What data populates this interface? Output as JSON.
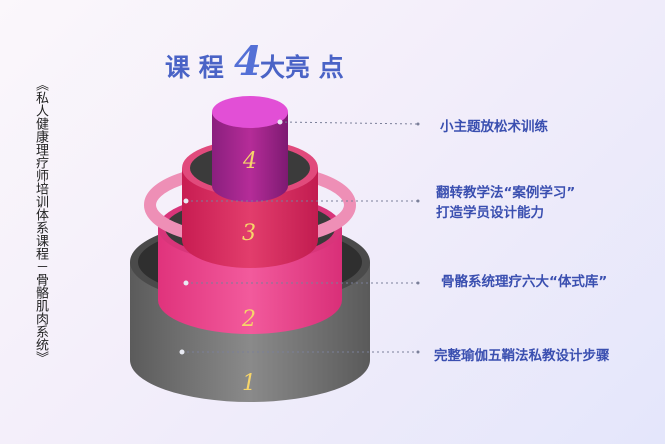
{
  "title": {
    "prefix": "课 程",
    "number": "4",
    "suffix": "大亮 点"
  },
  "side_text": "《私人健康理疗师培训体系课程－骨骼肌肉系统》",
  "tiers": [
    {
      "number": "1",
      "label": "完整瑜伽五鞘法私教设计步骤",
      "color": "#6f6f6f"
    },
    {
      "number": "2",
      "label": "骨骼系统理疗六大“体式库”",
      "color": "#e8418b"
    },
    {
      "number": "3",
      "label_line1": "翻转教学法“案例学习”",
      "label_line2": "打造学员设计能力",
      "color": "#d4265f"
    },
    {
      "number": "4",
      "label": "小主题放松术训练",
      "color": "#c81f93"
    }
  ]
}
